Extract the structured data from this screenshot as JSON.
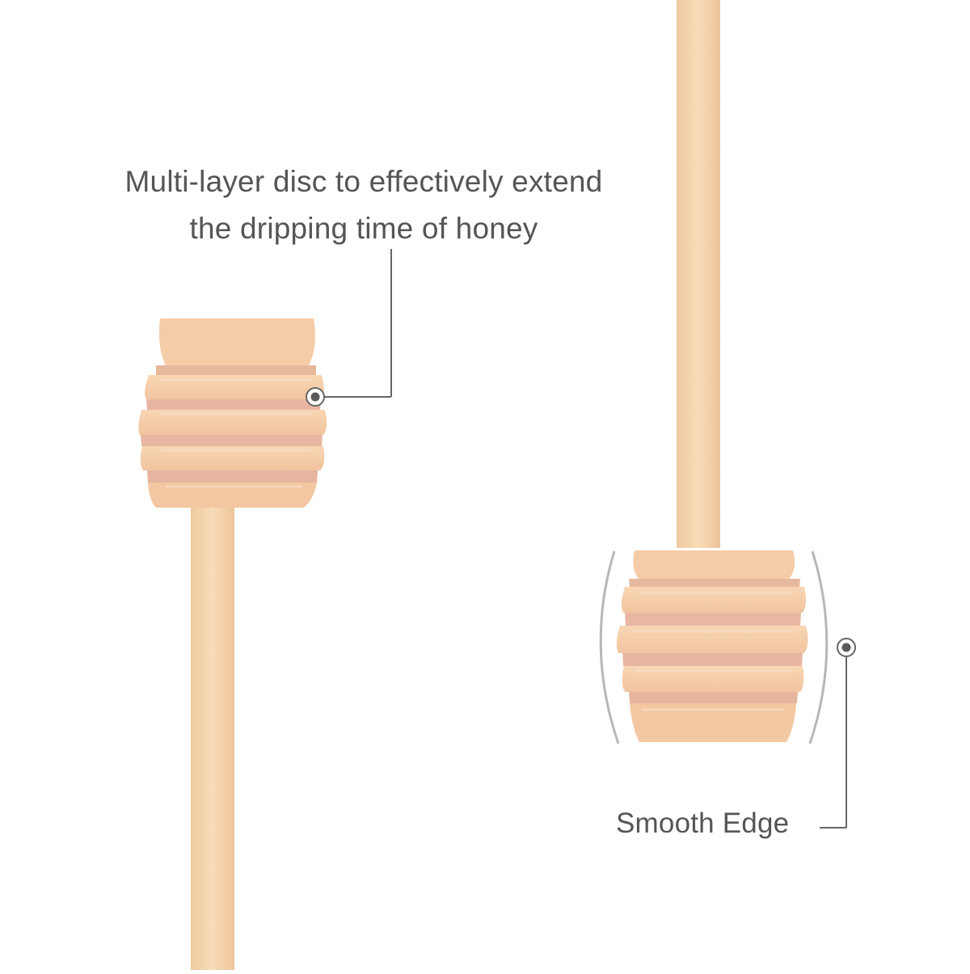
{
  "callouts": {
    "multi_layer": {
      "line1": "Multi-layer disc to effectively extend",
      "line2": "the dripping time of honey"
    },
    "smooth_edge": {
      "label": "Smooth Edge"
    }
  },
  "colors": {
    "background": "#ffffff",
    "wood_light": "#f7d9b3",
    "wood_mid": "#efc69d",
    "wood_dark": "#e3b68d",
    "slot_inner": "#e9b8a4",
    "callout_text": "#555555",
    "callout_line": "#666666"
  },
  "icons": {
    "top_marker": "callout-dot-icon",
    "bottom_marker": "callout-dot-icon"
  }
}
